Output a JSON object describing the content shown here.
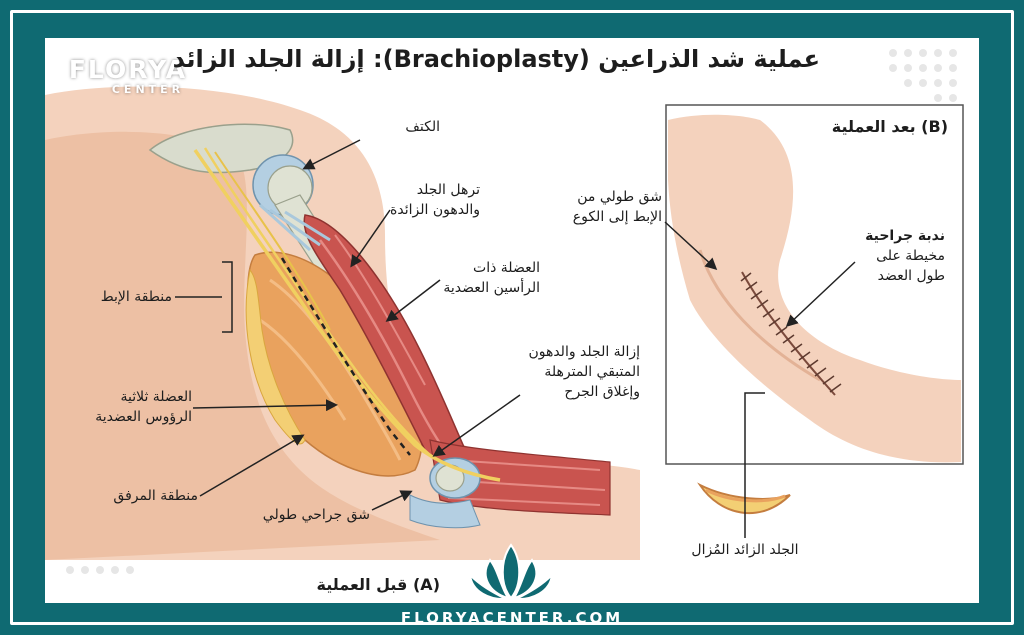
{
  "title": "عملية شد الذراعين (Brachioplasty): إزالة الجلد الزائد",
  "brand": {
    "name": "FLORYA",
    "sub": "CENTER"
  },
  "footer": {
    "url": "FLORYACENTER.COM"
  },
  "before": {
    "caption": "(A) قبل العملية",
    "labels": {
      "shoulder": "الكتف",
      "sagging": [
        "ترهل الجلد",
        "والدهون الزائدة"
      ],
      "biceps": [
        "العضلة ذات",
        "الرأسين العضدية"
      ],
      "removal": [
        "إزالة الجلد والدهون",
        "المتبقي المترهلة",
        "وإغلاق الجرح"
      ],
      "armpit": "منطقة الإبط",
      "triceps": [
        "العضلة ثلاثية",
        "الرؤوس العضدية"
      ],
      "elbow": "منطقة المرفق",
      "incision": "شق جراحي طولي"
    }
  },
  "after": {
    "caption": "(B) بعد العملية",
    "labels": {
      "longitudinal": [
        "شق طولي من",
        "الإبط إلى الكوع"
      ],
      "scar_title": "ندبة جراحية",
      "scar_desc": [
        "مخيطة على",
        "طول العضد"
      ]
    },
    "removed_skin": "الجلد الزائد المُزال"
  },
  "colors": {
    "teal": "#0f6a72",
    "skin": "#f2c4a7",
    "muscle_red": "#c9544f",
    "muscle_orange": "#e9a25e",
    "bone": "#d9dccd",
    "nerve": "#f0d060",
    "tendon": "#a9c8dc"
  }
}
